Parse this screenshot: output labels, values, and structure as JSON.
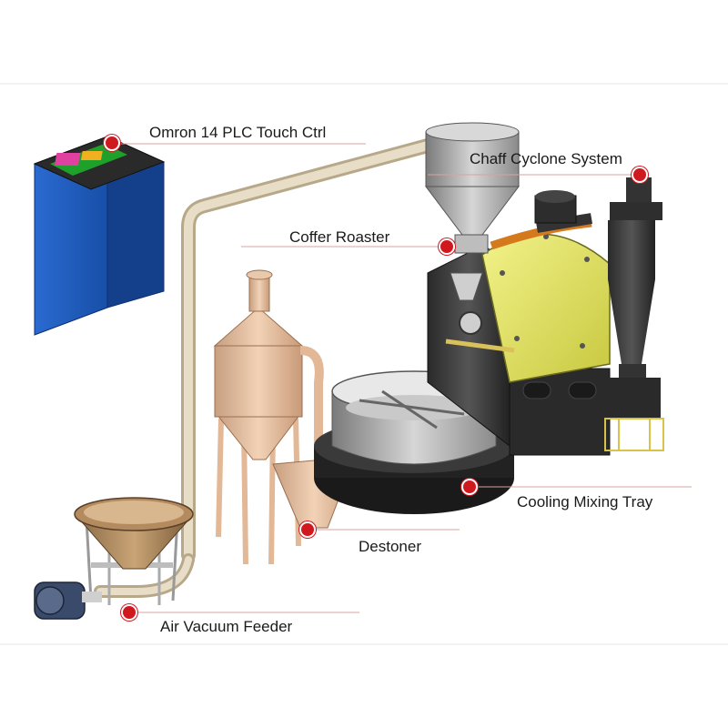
{
  "labels": {
    "plc": "Omron 14 PLC Touch Ctrl",
    "cyclone": "Chaff Cyclone System",
    "roaster": "Coffer Roaster",
    "cooling": "Cooling Mixing Tray",
    "destoner": "Destoner",
    "feeder": "Air Vacuum Feeder"
  },
  "colors": {
    "marker": "#d0191f",
    "leader_line": "#d9a3a3",
    "roaster_drum": "#e8e86a",
    "plc_cabinet": "#1f5fbf",
    "destoner_tank": "#e8c4a6",
    "pipe": "#e2d6bd"
  }
}
